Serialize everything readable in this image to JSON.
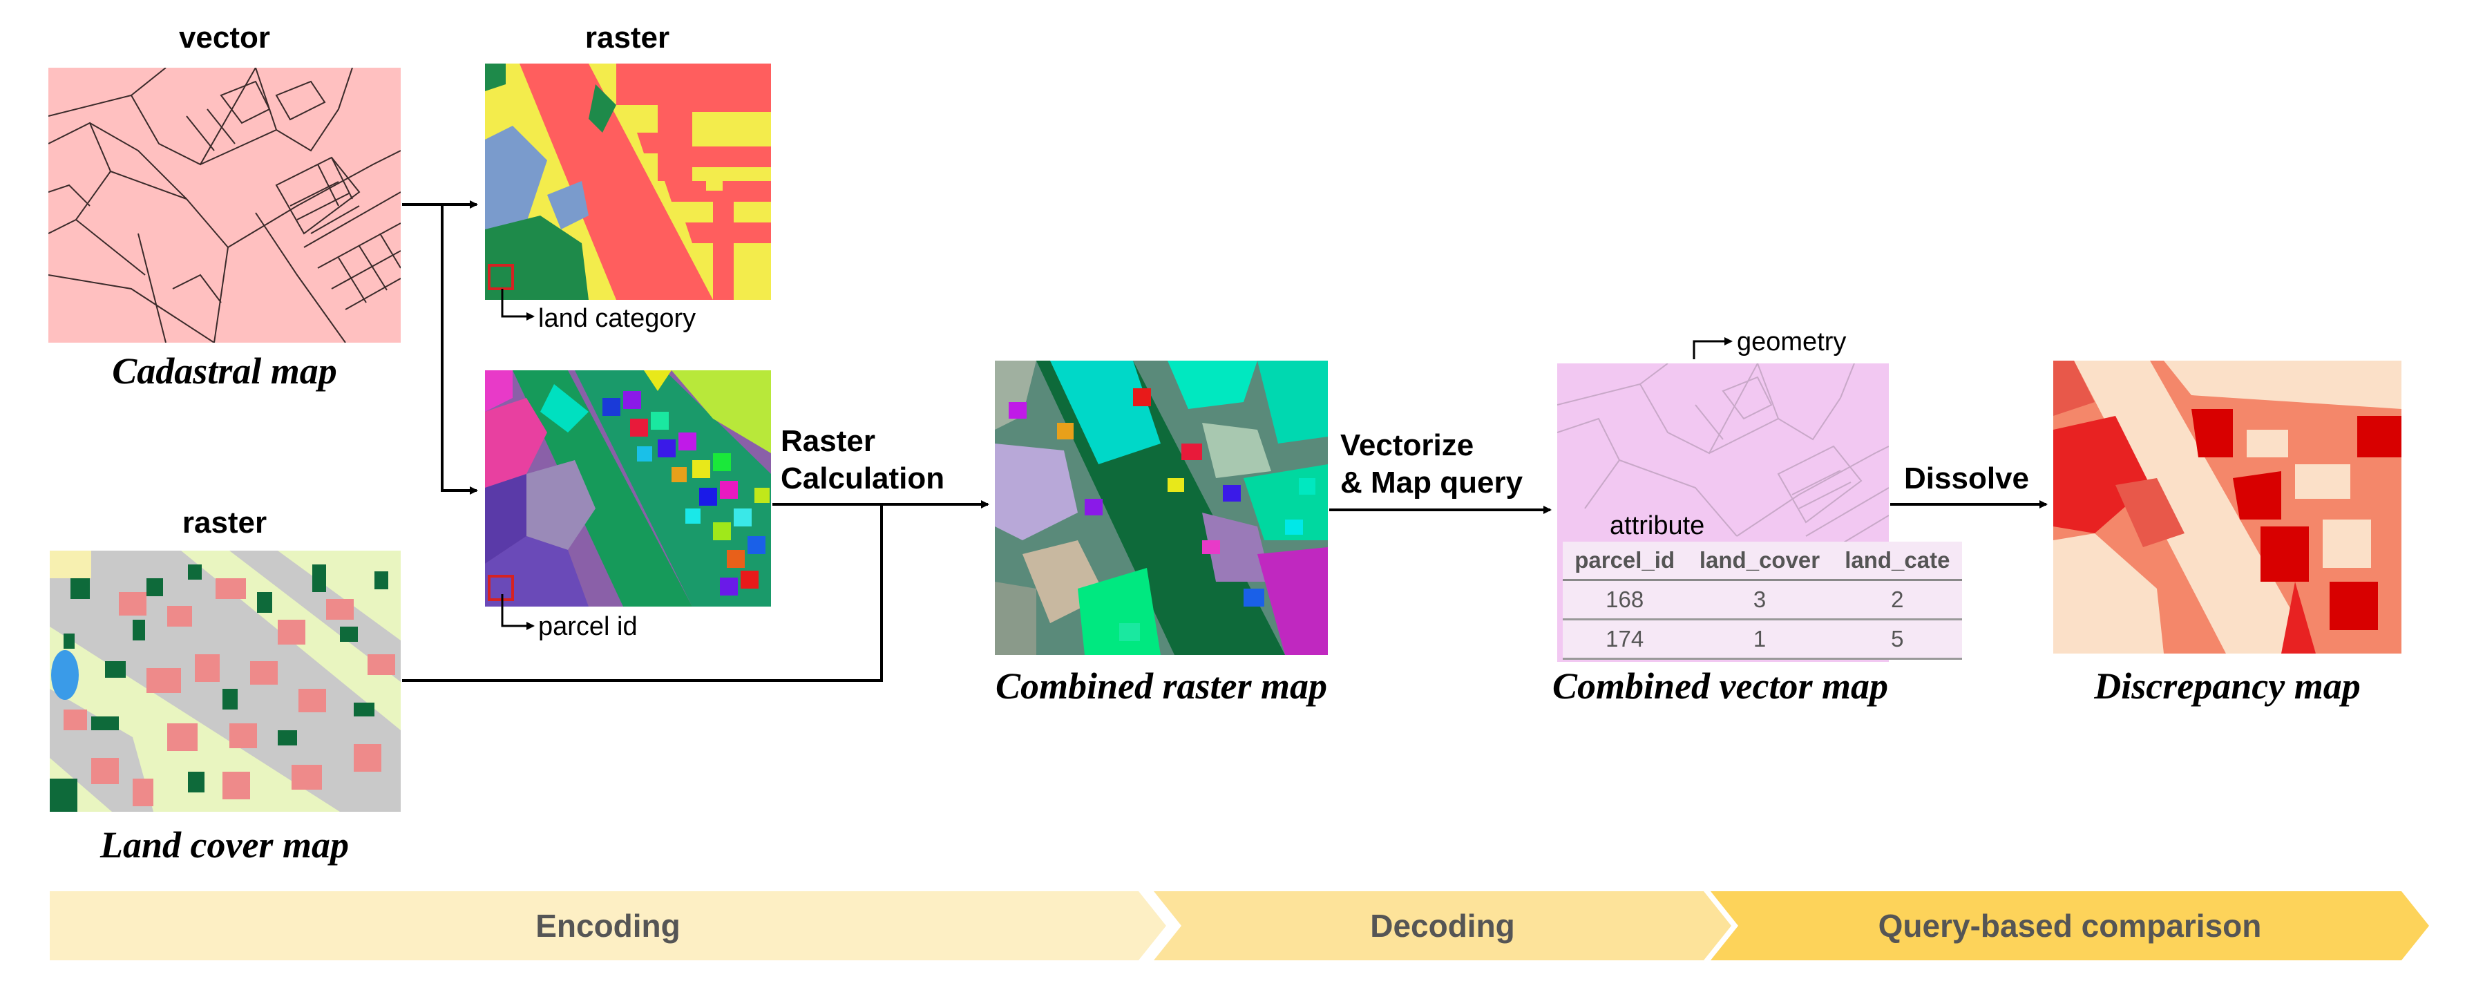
{
  "labels": {
    "vector": "vector",
    "raster_top": "raster",
    "raster_bottom": "raster",
    "land_category": "land category",
    "parcel_id": "parcel id",
    "geometry": "geometry",
    "attribute": "attribute"
  },
  "captions": {
    "cadastral": "Cadastral map",
    "land_cover": "Land cover map",
    "combined_raster": "Combined raster map",
    "combined_vector": "Combined vector map",
    "discrepancy": "Discrepancy map"
  },
  "operations": {
    "raster_calc_line1": "Raster",
    "raster_calc_line2": "Calculation",
    "vectorize_line1": "Vectorize",
    "vectorize_line2": "& Map query",
    "dissolve": "Dissolve"
  },
  "attribute_table": {
    "columns": [
      "parcel_id",
      "land_cover",
      "land_cate"
    ],
    "rows": [
      [
        "168",
        "3",
        "2"
      ],
      [
        "174",
        "1",
        "5"
      ]
    ]
  },
  "stages": {
    "encoding": "Encoding",
    "decoding": "Decoding",
    "comparison": "Query-based comparison"
  },
  "colors": {
    "cadastral_fill": "#ffc0c0",
    "landcat_yellow": "#f3ec4c",
    "landcat_red": "#ff5e5e",
    "stage_light": "#fdefc4",
    "stage_mid": "#fde39a",
    "stage_dark": "#fdd35a",
    "vector_map_fill": "#f2c8f2"
  }
}
